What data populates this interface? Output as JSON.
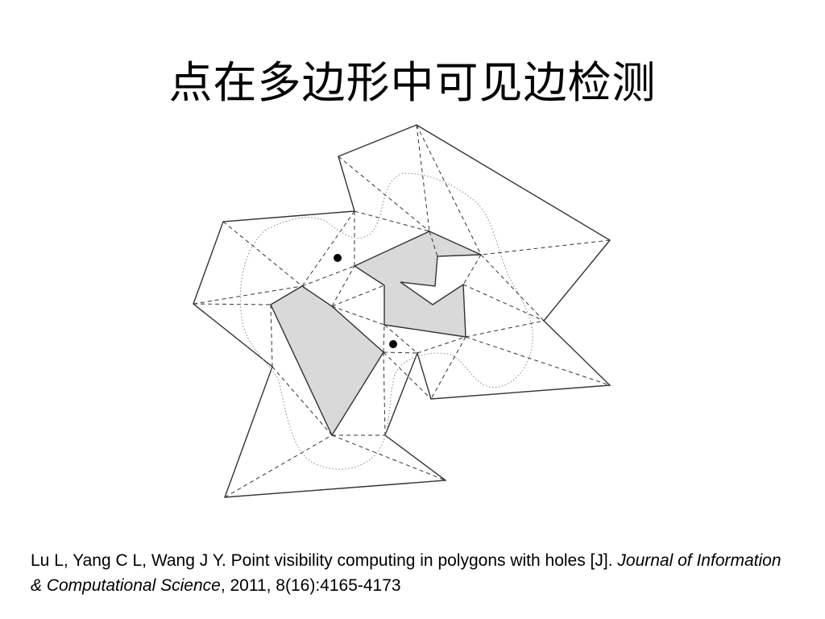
{
  "slide": {
    "title": "点在多边形中可见边检测"
  },
  "citation": {
    "authors_text": "Lu L, Yang C L, Wang J Y. Point visibility computing in polygons with holes [J]. ",
    "journal": "Journal of Information & Computational Science",
    "details": ", 2011, 8(16):4165-4173"
  },
  "diagram": {
    "polygon_fill_color": "#d9d9d9",
    "edge_color": "#333333",
    "triangulation_style": "dashed",
    "path_style": "dotted",
    "points_count": 2
  }
}
